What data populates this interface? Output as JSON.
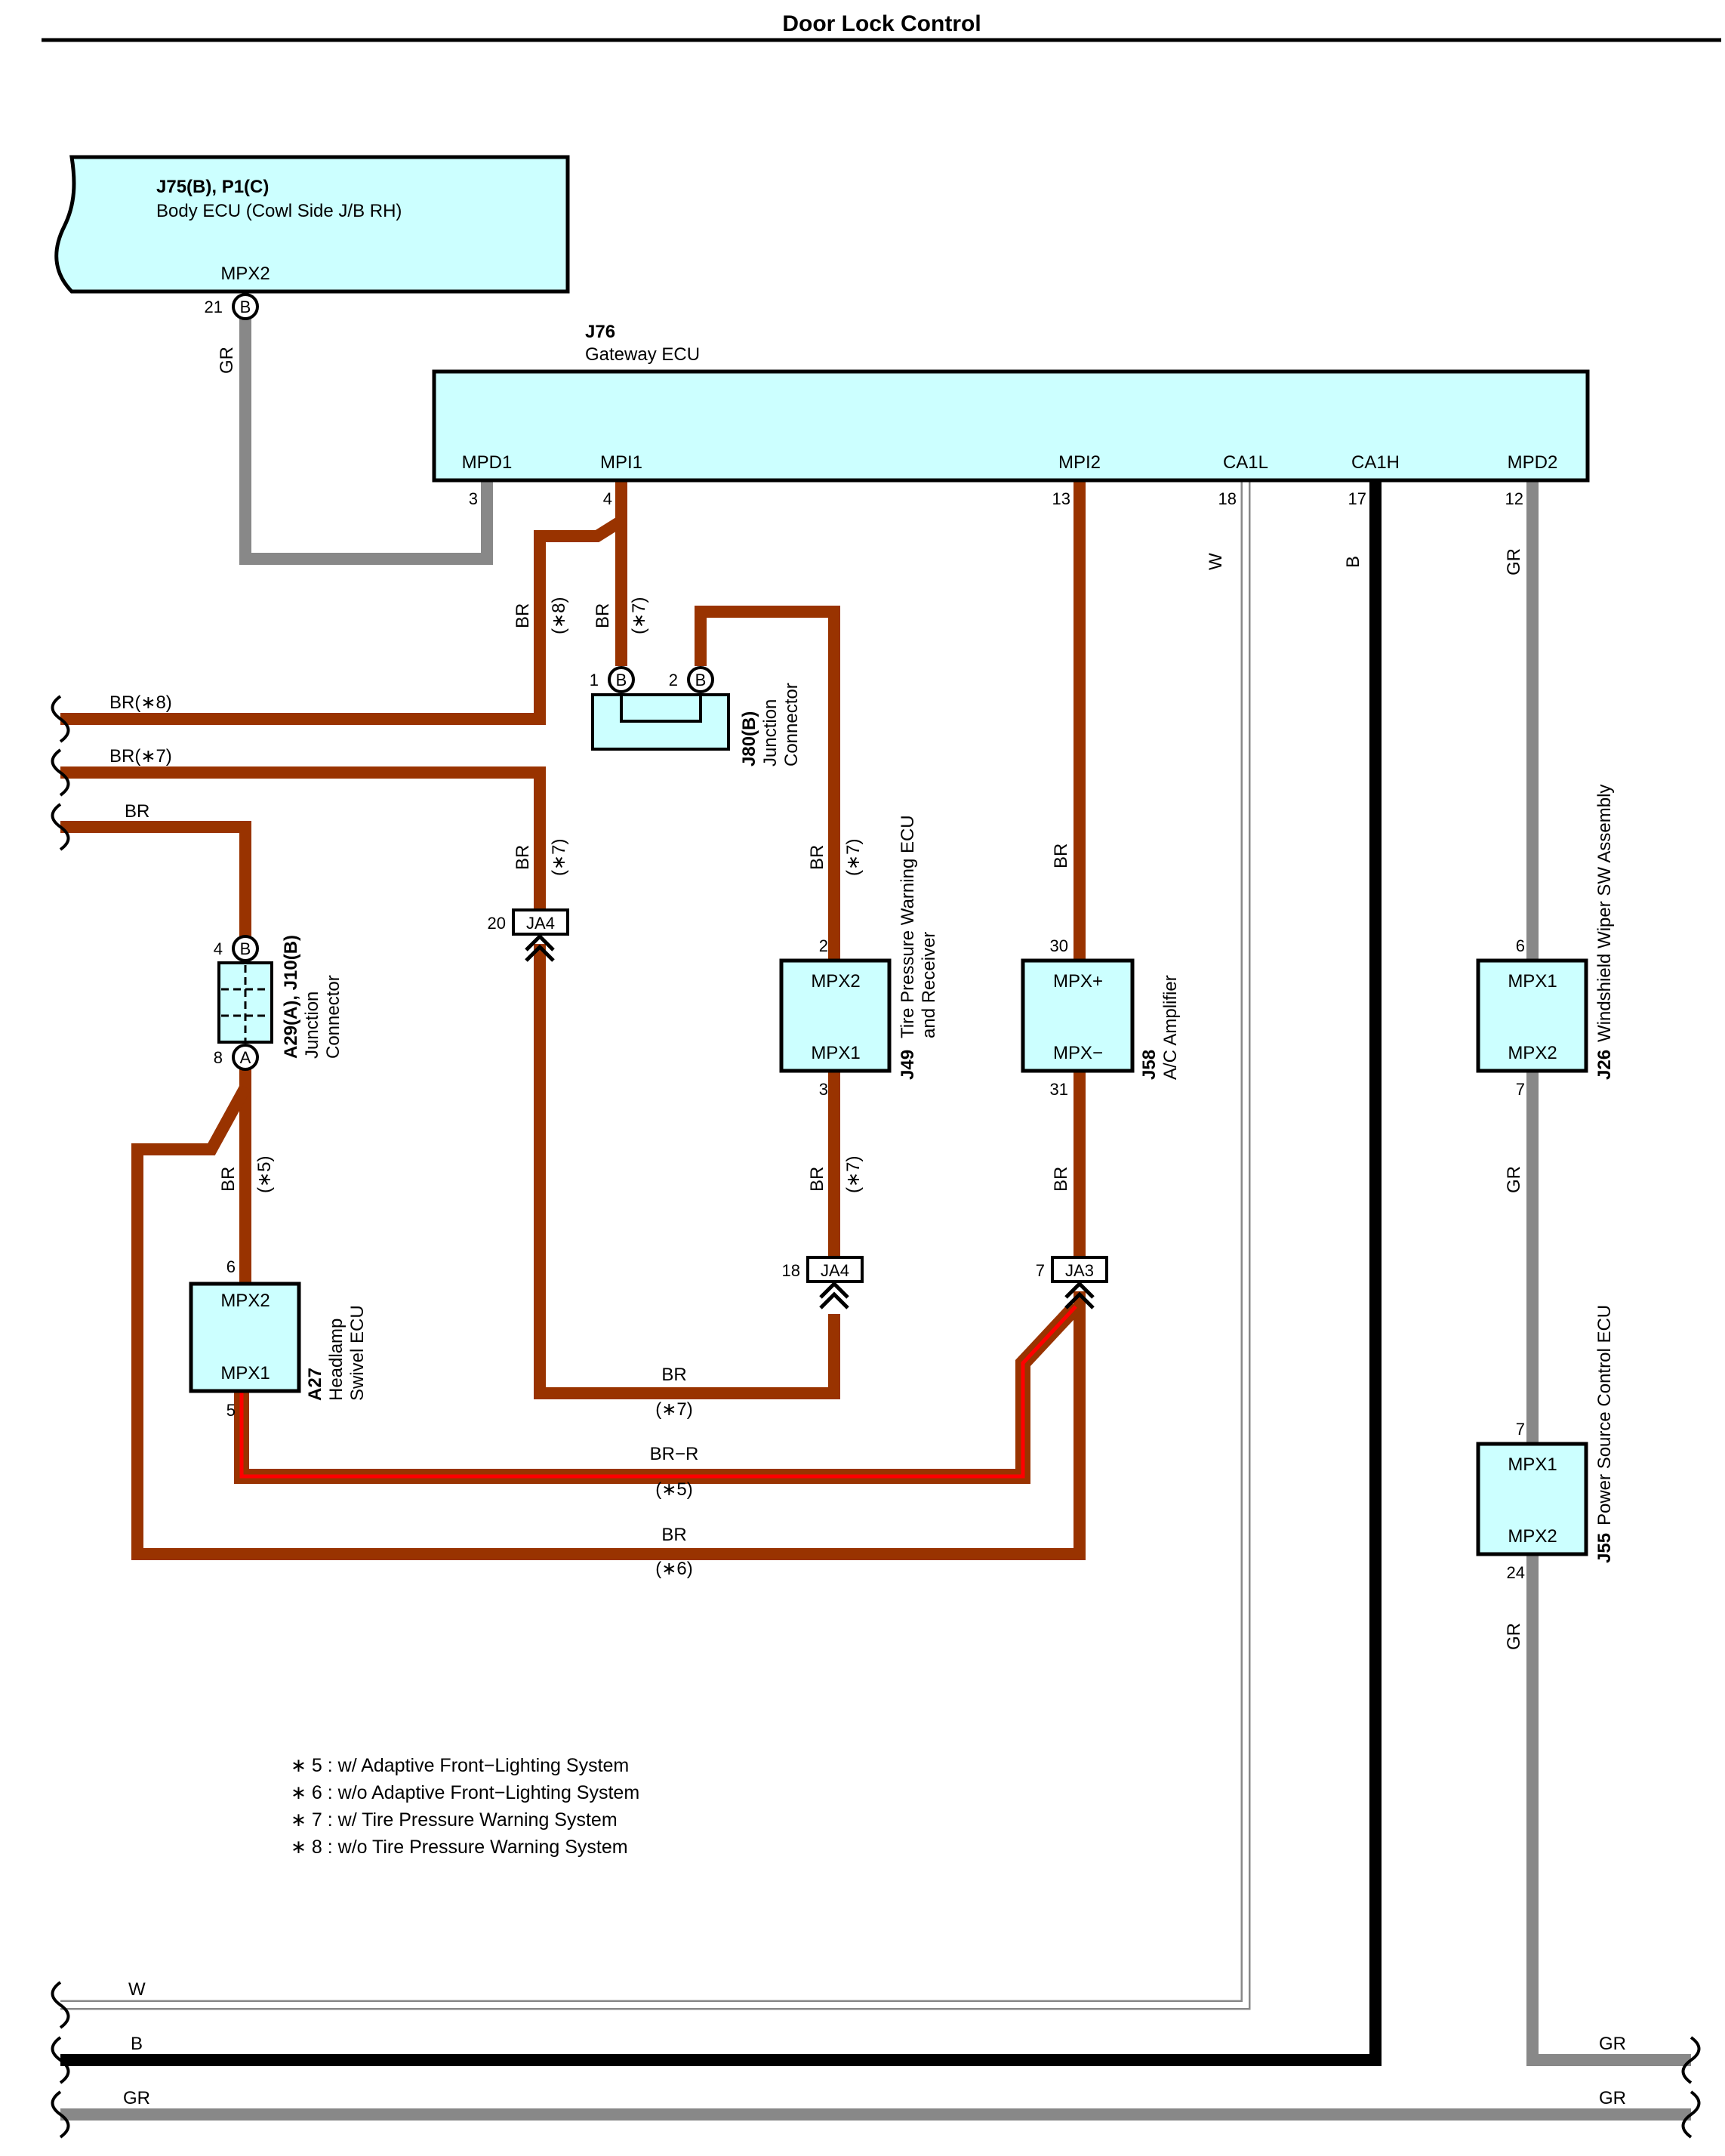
{
  "title": "Door Lock Control",
  "colors": {
    "ecu_fill": "#CCFFFF",
    "br": "#993300",
    "gr": "#888888",
    "b": "#000000",
    "w_outline": "#888888",
    "br_r_tracer": "#FF0000"
  },
  "components": {
    "j75": {
      "code": "J75(B), P1(C)",
      "name": "Body ECU (Cowl Side J/B RH)",
      "pin_label": "MPX2",
      "pin_no": "21",
      "conn": "B"
    },
    "j76": {
      "code": "J76",
      "name": "Gateway ECU",
      "pins": [
        {
          "label": "MPD1",
          "no": "3"
        },
        {
          "label": "MPI1",
          "no": "4"
        },
        {
          "label": "MPI2",
          "no": "13"
        },
        {
          "label": "CA1L",
          "no": "18"
        },
        {
          "label": "CA1H",
          "no": "17"
        },
        {
          "label": "MPD2",
          "no": "12"
        }
      ]
    },
    "j80": {
      "code": "J80(B)",
      "name_line1": "Junction",
      "name_line2": "Connector",
      "pin1": "1",
      "pin2": "2",
      "conn": "B"
    },
    "a29": {
      "code": "A29(A), J10(B)",
      "name_line1": "Junction",
      "name_line2": "Connector",
      "pin_top": "4",
      "pin_top_conn": "B",
      "pin_bot": "8",
      "pin_bot_conn": "A"
    },
    "j49": {
      "code": "J49",
      "name_line1": "Tire Pressure Warning ECU",
      "name_line2": "and Receiver",
      "top_label": "MPX2",
      "bot_label": "MPX1",
      "top_pin": "2",
      "bot_pin": "3"
    },
    "j58": {
      "code": "J58",
      "name": "A/C Amplifier",
      "top_label": "MPX+",
      "bot_label": "MPX−",
      "top_pin": "30",
      "bot_pin": "31"
    },
    "a27": {
      "code": "A27",
      "name_line1": "Headlamp",
      "name_line2": "Swivel ECU",
      "top_label": "MPX2",
      "bot_label": "MPX1",
      "top_pin": "6",
      "bot_pin": "5"
    },
    "j26": {
      "code": "J26",
      "name": "Windshield Wiper SW Assembly",
      "top_label": "MPX1",
      "bot_label": "MPX2",
      "top_pin": "6",
      "bot_pin": "7"
    },
    "j55": {
      "code": "J55",
      "name": "Power Source Control ECU",
      "top_label": "MPX1",
      "bot_label": "MPX2",
      "top_pin": "7",
      "bot_pin": "24"
    }
  },
  "junctions": {
    "ja4_upper": {
      "name": "JA4",
      "pin": "20"
    },
    "ja4_lower": {
      "name": "JA4",
      "pin": "18"
    },
    "ja3": {
      "name": "JA3",
      "pin": "7"
    }
  },
  "wire_labels": {
    "gr": "GR",
    "br": "BR",
    "b": "B",
    "w": "W",
    "br_r": "BR−R",
    "n5": "(∗5)",
    "n6": "(∗6)",
    "n7": "(∗7)",
    "n8": "(∗8)",
    "br_n8": "BR(∗8)",
    "br_n7": "BR(∗7)"
  },
  "notes": [
    "∗ 5 : w/ Adaptive Front−Lighting System",
    "∗ 6 : w/o Adaptive Front−Lighting System",
    "∗ 7 : w/ Tire Pressure Warning System",
    "∗ 8 : w/o Tire Pressure Warning System"
  ]
}
